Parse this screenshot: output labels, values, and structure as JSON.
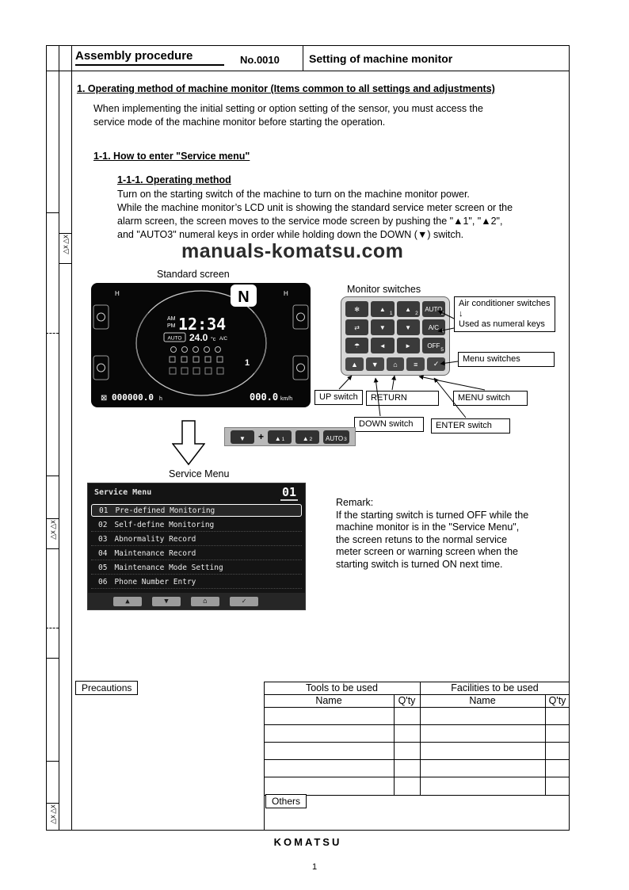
{
  "reg_mark": "△x",
  "header": {
    "title": "Assembly procedure",
    "doc_no": "No.0010",
    "subject": "Setting of machine monitor"
  },
  "section1": {
    "heading": "1. Operating method of machine monitor (Items common to all settings and adjustments)",
    "lines": [
      "When implementing the initial setting or option setting of the sensor, you must access the",
      "service mode of the machine monitor before starting the operation."
    ]
  },
  "section11": {
    "heading": "1-1. How to enter \"Service menu\""
  },
  "section111": {
    "heading": "1-1-1. Operating method",
    "lines": [
      "Turn on the starting switch of the machine to turn on the machine monitor power.",
      "While the machine monitor’s LCD unit is showing the standard service meter screen or the",
      "alarm screen, the screen moves to the service mode screen by pushing the \"▲1\", \"▲2\",",
      "and \"AUTO3\" numeral keys in order while holding down the DOWN (▼) switch."
    ]
  },
  "watermark": "manuals-komatsu.com",
  "labels": {
    "standard_screen": "Standard screen",
    "monitor_switches": "Monitor switches",
    "service_menu": "Service Menu"
  },
  "monitor": {
    "gear": "N",
    "h_left": "H",
    "h_right": "H",
    "am": "AM",
    "pm": "PM",
    "time": "12:34",
    "auto": "AUTO",
    "temp": "24.0",
    "temp_unit": "°c",
    "ac": "A/C",
    "indicator": "1",
    "hour_icon": "⊠",
    "odometer": "000000.0",
    "odo_unit": "h",
    "speed": "000.0",
    "speed_unit": "km/h"
  },
  "keypad": {
    "row1": {
      "icon": "✻",
      "k1": "▲",
      "k1n": "1",
      "k2": "▲",
      "k2n": "2",
      "k3": "AUTO",
      "k3n": "3"
    },
    "row2": {
      "icon": "⇄",
      "k1": "▼",
      "k2": "▼",
      "k3": "A/C",
      "k3n": "4"
    },
    "row3": {
      "icon": "☂",
      "k1": "◄",
      "k2": "►",
      "k3": "OFF",
      "k3n": "5"
    },
    "menu_row": {
      "up": "▲",
      "down": "▼",
      "home": "⌂",
      "menu": "≡",
      "enter": "✓"
    }
  },
  "callouts": {
    "aircon_l1": "Air conditioner switches",
    "aircon_l2": "↓",
    "aircon_l3": "Used as numeral keys",
    "menu_switches": "Menu switches",
    "up": "UP switch",
    "return": "RETURN",
    "menu": "MENU switch",
    "down": "DOWN switch",
    "enter": "ENTER switch"
  },
  "sequence": {
    "down": "▼",
    "plus": "+",
    "k1": "▲",
    "k1n": "1",
    "k2": "▲",
    "k2n": "2",
    "k3": "AUTO",
    "k3n": "3"
  },
  "service_screen": {
    "title": "Service Menu",
    "page": "01",
    "items": [
      {
        "no": "01",
        "label": "Pre-defined Monitoring"
      },
      {
        "no": "02",
        "label": "Self-define Monitoring"
      },
      {
        "no": "03",
        "label": "Abnormality Record"
      },
      {
        "no": "04",
        "label": "Maintenance Record"
      },
      {
        "no": "05",
        "label": "Maintenance Mode Setting"
      },
      {
        "no": "06",
        "label": "Phone Number Entry"
      }
    ],
    "toolbar": [
      "▲",
      "▼",
      "⌂",
      "✓"
    ]
  },
  "remark": {
    "title": "Remark:",
    "lines": [
      "If the starting switch is turned OFF while the",
      "machine monitor is in the \"Service Menu\",",
      "the screen retuns to the normal service",
      "meter screen or warning screen when the",
      "starting switch is turned ON next time."
    ]
  },
  "bottom": {
    "precautions": "Precautions",
    "tools": "Tools to be used",
    "facilities": "Facilities to be used",
    "name": "Name",
    "qty": "Q'ty",
    "name2": "Name",
    "qty2": "Q'ty",
    "others": "Others"
  },
  "footer": {
    "brand": "KOMATSU",
    "page": "1"
  }
}
